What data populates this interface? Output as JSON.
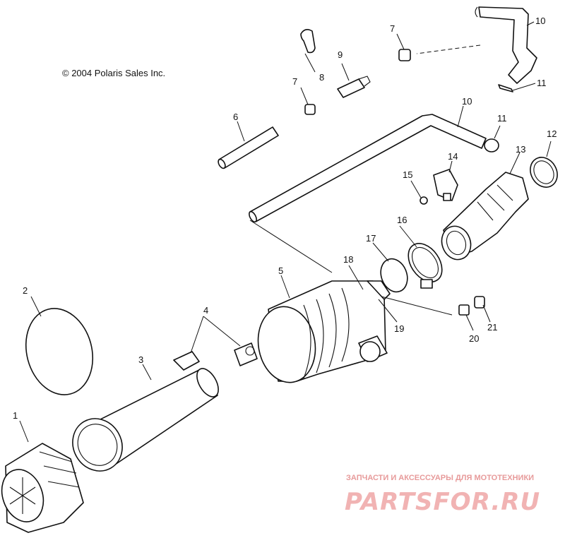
{
  "copyright": "© 2004 Polaris Sales Inc.",
  "callouts": {
    "c1": "1",
    "c2": "2",
    "c3": "3",
    "c4": "4",
    "c5": "5",
    "c6": "6",
    "c7a": "7",
    "c7b": "7",
    "c8": "8",
    "c9": "9",
    "c10a": "10",
    "c10b": "10",
    "c11a": "11",
    "c11b": "11",
    "c12": "12",
    "c13": "13",
    "c14": "14",
    "c15": "15",
    "c16": "16",
    "c17": "17",
    "c18": "18",
    "c19": "19",
    "c20": "20",
    "c21": "21"
  },
  "watermark": {
    "tagline": "ЗАПЧАСТИ И АКСЕССУАРЫ ДЛЯ МОТОТЕХНИКИ",
    "brand": "PARTSFOR.RU"
  }
}
